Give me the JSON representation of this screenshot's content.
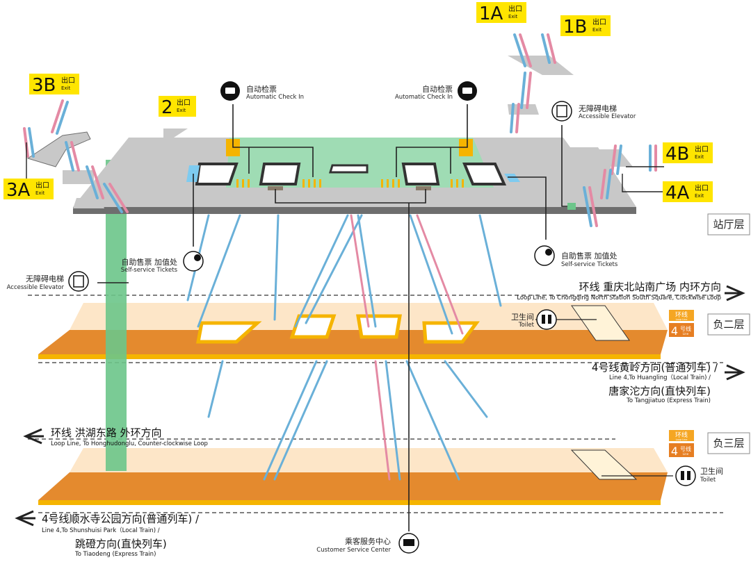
{
  "colors": {
    "platform_grey": "#c8c8c8",
    "platform_edge": "#6e6e6e",
    "paid_area": "#9fdcb4",
    "elevator": "#6cc58a",
    "concourse_light": "#fde6c8",
    "concourse_orange": "#e48a2e",
    "edge_yellow": "#f5b400",
    "exit_yellow": "#ffe500",
    "escalator_blue": "#6ab0d8",
    "escalator_pink": "#e48aa4",
    "line_badge_loop": "#f5a623",
    "line_badge_4": "#e67e22"
  },
  "exits": [
    {
      "id": "1A",
      "zh": "出口",
      "en": "Exit"
    },
    {
      "id": "1B",
      "zh": "出口",
      "en": "Exit"
    },
    {
      "id": "3B",
      "zh": "出口",
      "en": "Exit"
    },
    {
      "id": "2",
      "zh": "出口",
      "en": "Exit"
    },
    {
      "id": "4B",
      "zh": "出口",
      "en": "Exit"
    },
    {
      "id": "4A",
      "zh": "出口",
      "en": "Exit"
    },
    {
      "id": "3A",
      "zh": "出口",
      "en": "Exit"
    }
  ],
  "facilities": {
    "checkin_left": {
      "zh": "自动检票",
      "en": "Automatic Check In",
      "icon": "ticket-gate-icon"
    },
    "checkin_right": {
      "zh": "自动检票",
      "en": "Automatic Check In",
      "icon": "ticket-gate-icon"
    },
    "elevator_top": {
      "zh": "无障碍电梯",
      "en": "Accessible Elevator",
      "icon": "elevator-icon"
    },
    "elevator_left": {
      "zh": "无障碍电梯",
      "en": "Accessible Elevator",
      "icon": "elevator-icon"
    },
    "tickets_left": {
      "zh": "自助售票 加值处",
      "en": "Self-service Tickets",
      "icon": "ticket-machine-icon"
    },
    "tickets_right": {
      "zh": "自助售票 加值处",
      "en": "Self-service Tickets",
      "icon": "ticket-machine-icon"
    },
    "toilet_b2": {
      "zh": "卫生间",
      "en": "Toilet",
      "icon": "toilet-icon"
    },
    "toilet_b3": {
      "zh": "卫生间",
      "en": "Toilet",
      "icon": "toilet-icon"
    },
    "service": {
      "zh": "乘客服务中心",
      "en": "Customer Service Center",
      "icon": "customer-service-icon"
    }
  },
  "floors": {
    "concourse": "站厅层",
    "b2": "负二层",
    "b3": "负三层"
  },
  "badges": {
    "loop_zh": "环线",
    "loop_en": "Loop Line",
    "line4_num": "4",
    "line4_zh": "号线",
    "line4_en": "Line"
  },
  "directions": {
    "loop_cw": {
      "zh": "环线 重庆北站南广场 内环方向",
      "en": "Loop Line, To Chongqing North Station South Square, Clockwise Loop"
    },
    "line4_east_1": {
      "zh": "4号线黄岭方向(普通列车) /",
      "en": "Line 4,To Huangling（Local Train) /"
    },
    "line4_east_2": {
      "zh": "唐家沱方向(直快列车)",
      "en": "To Tangjiatuo (Express Train)"
    },
    "loop_ccw": {
      "zh": "环线  洪湖东路  外环方向",
      "en": "Loop Line, To Honghudonglu, Counter-clockwise Loop"
    },
    "line4_west_1": {
      "zh": "4号线顺水寺公园方向(普通列车) /",
      "en": "Line 4,To Shunshuisi Park（Local Train) /"
    },
    "line4_west_2": {
      "zh": "跳磴方向(直快列车)",
      "en": "To Tiaodeng (Express Train)"
    }
  }
}
